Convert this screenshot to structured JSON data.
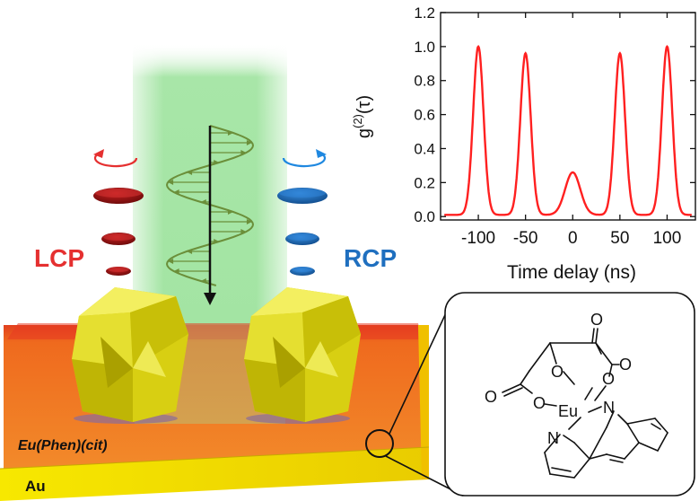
{
  "labels": {
    "lcp": "LCP",
    "rcp": "RCP",
    "film": "Eu(Phen)(cit)",
    "substrate": "Au"
  },
  "molecule": {
    "o1": "O",
    "o2": "O",
    "o3": "O",
    "o4": "O",
    "o5": "O",
    "o6": "O",
    "eu": "Eu",
    "n1": "N",
    "n2": "N"
  },
  "colors": {
    "lcp": "#e53030",
    "rcp": "#1f6fbf",
    "film": "#f07a20",
    "gold": "#f2d800",
    "beam": "#9ee39e",
    "wave": "#6b8f3a",
    "trace": "#ff2020"
  },
  "icons": [
    "lcp-rotation-arrow-icon",
    "rcp-rotation-arrow-icon",
    "propagation-arrow-icon"
  ],
  "chart_data": {
    "type": "line",
    "xlabel": "Time delay (ns)",
    "ylabel": "g(2)(τ)",
    "ylabel_parts": {
      "base": "g",
      "sup": "(2)",
      "arg": "(τ)"
    },
    "xlim": [
      -140,
      130
    ],
    "ylim": [
      -0.02,
      1.2
    ],
    "xticks": [
      -100,
      -50,
      0,
      50,
      100
    ],
    "yticks": [
      0.0,
      0.2,
      0.4,
      0.6,
      0.8,
      1.0,
      1.2
    ],
    "xtick_labels": [
      "-100",
      "-50",
      "0",
      "50",
      "100"
    ],
    "ytick_labels": [
      "0.0",
      "0.2",
      "0.4",
      "0.6",
      "0.8",
      "1.0",
      "1.2"
    ],
    "peaks": [
      {
        "x": -100,
        "y": 1.0
      },
      {
        "x": -50,
        "y": 0.96
      },
      {
        "x": 0,
        "y": 0.26
      },
      {
        "x": 50,
        "y": 0.96
      },
      {
        "x": 100,
        "y": 1.0
      }
    ],
    "peak_width_sigma": 5.5,
    "center_width_sigma": 8.0,
    "baseline": 0.01
  }
}
